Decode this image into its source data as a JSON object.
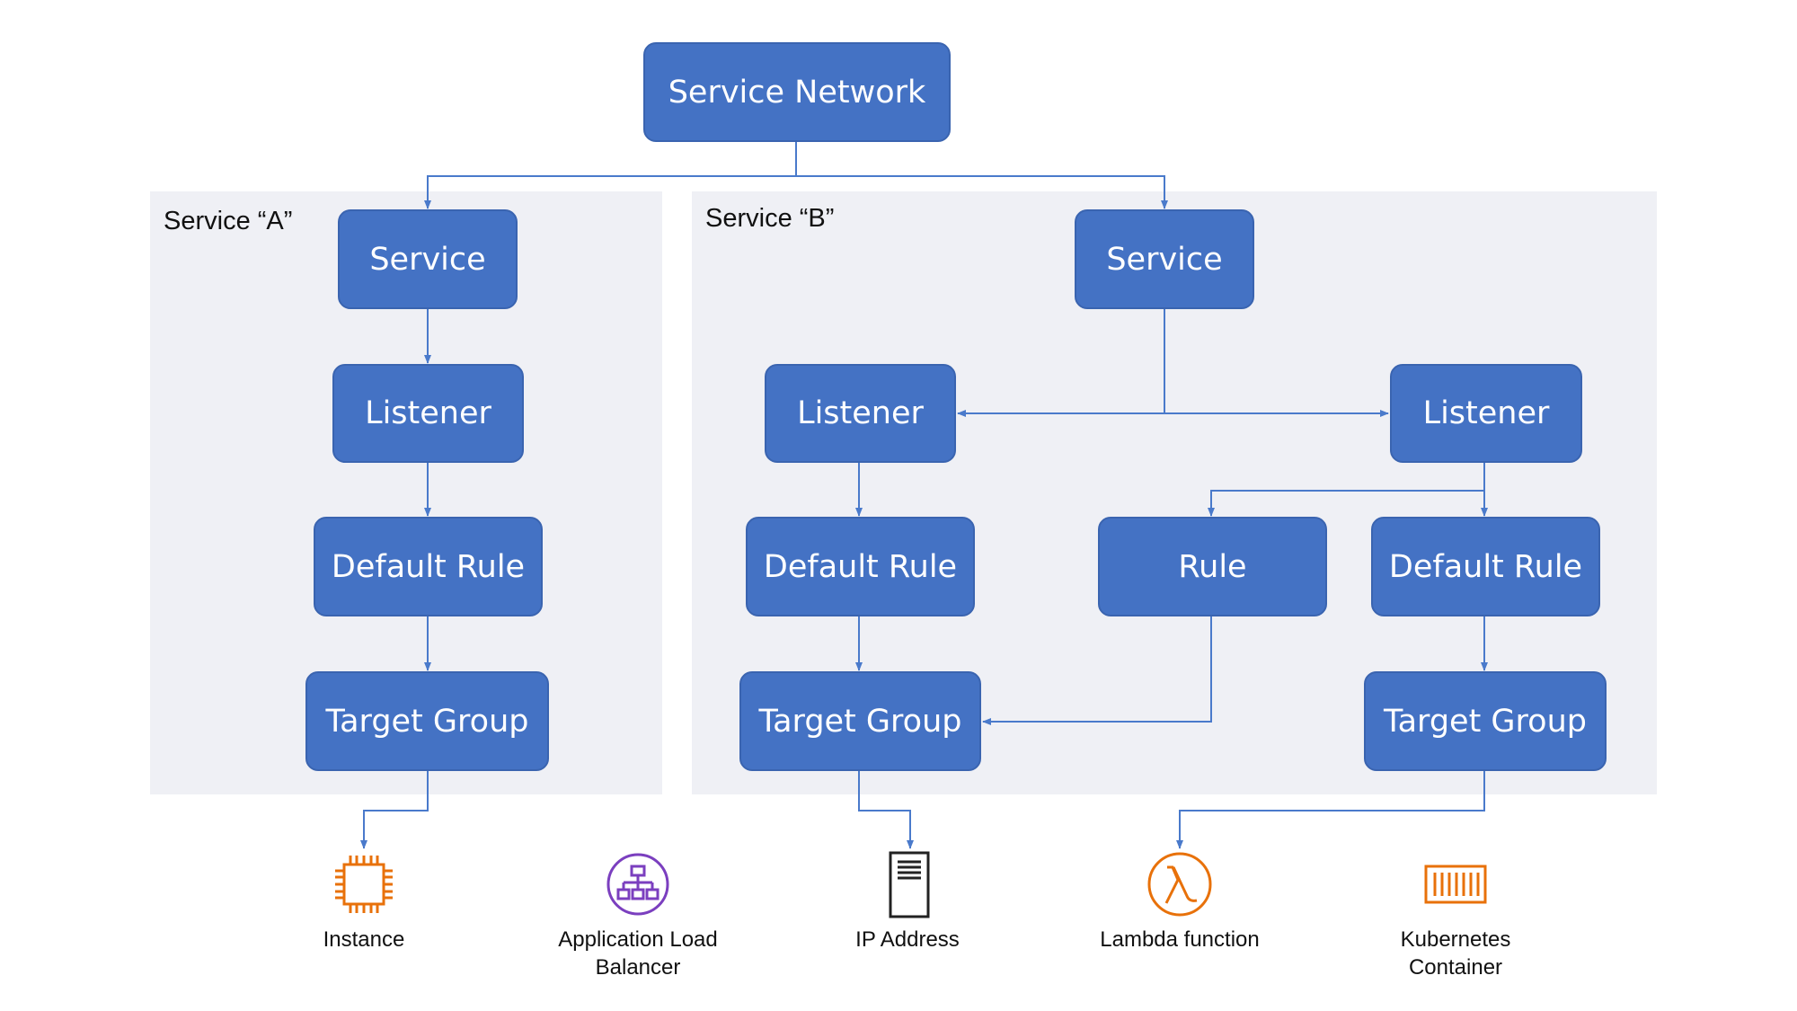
{
  "groups": {
    "service_a_label": "Service “A”",
    "service_b_label": "Service “B”"
  },
  "nodes": {
    "service_network": "Service Network",
    "a_service": "Service",
    "a_listener": "Listener",
    "a_default_rule": "Default Rule",
    "a_target_group": "Target Group",
    "b_service": "Service",
    "b_listener_left": "Listener",
    "b_listener_right": "Listener",
    "b_default_rule_left": "Default Rule",
    "b_rule": "Rule",
    "b_default_rule_right": "Default Rule",
    "b_target_group_left": "Target Group",
    "b_target_group_right": "Target Group"
  },
  "targets": {
    "instance": {
      "label": "Instance",
      "icon": "chip-icon"
    },
    "alb": {
      "label": "Application Load\nBalancer",
      "icon": "load-balancer-icon"
    },
    "ip": {
      "label": "IP Address",
      "icon": "server-icon"
    },
    "lambda": {
      "label": "Lambda function",
      "icon": "lambda-icon"
    },
    "k8s": {
      "label": "Kubernetes\nContainer",
      "icon": "container-icon"
    }
  },
  "colors": {
    "node_fill": "#4472c4",
    "connector": "#4a7acb",
    "panel": "#eff0f5",
    "compute_orange": "#e8710a",
    "network_purple": "#7b3fbf"
  }
}
